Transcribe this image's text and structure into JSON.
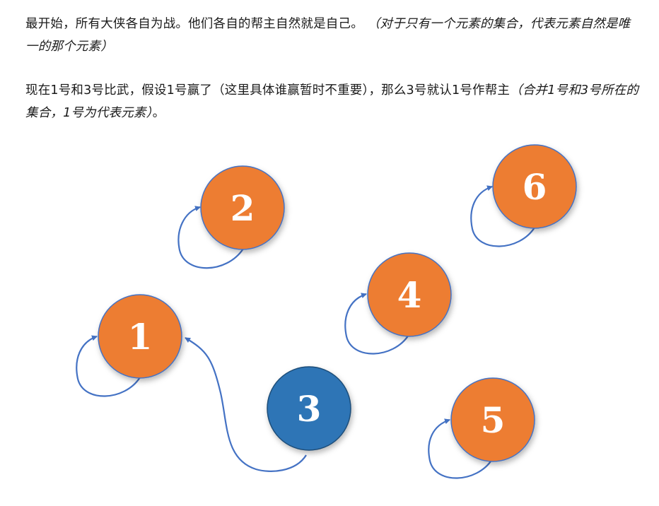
{
  "paragraphs": [
    {
      "text": "最开始，所有大侠各自为战。他们各自的帮主自然就是自己。 ",
      "note": "（对于只有一个元素的集合，代表元素自然是唯一的那个元素）",
      "suffix": ""
    },
    {
      "text": "现在1号和3号比武，假设1号赢了（这里具体谁赢暂时不重要），那么3号就认1号作帮主",
      "note": "（合并1号和3号所在的集合，1号为代表元素）",
      "suffix": "。"
    }
  ],
  "diagram": {
    "nodes": [
      {
        "id": "1",
        "label": "1",
        "color": "#ED7D31",
        "parent": "1"
      },
      {
        "id": "2",
        "label": "2",
        "color": "#ED7D31",
        "parent": "2"
      },
      {
        "id": "3",
        "label": "3",
        "color": "#2E75B6",
        "parent": "1"
      },
      {
        "id": "4",
        "label": "4",
        "color": "#ED7D31",
        "parent": "4"
      },
      {
        "id": "5",
        "label": "5",
        "color": "#ED7D31",
        "parent": "5"
      },
      {
        "id": "6",
        "label": "6",
        "color": "#ED7D31",
        "parent": "6"
      }
    ],
    "arrow_color": "#4472C4"
  }
}
